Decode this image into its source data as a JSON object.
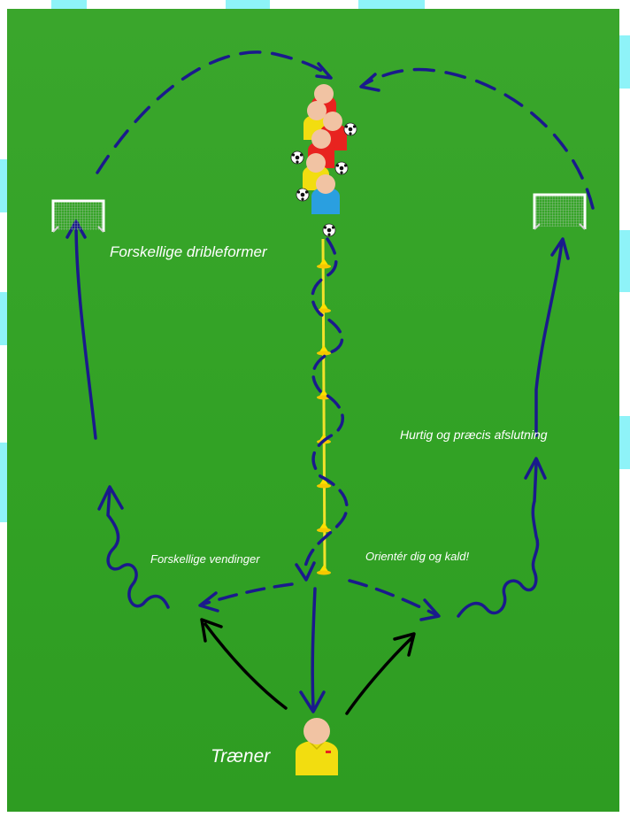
{
  "labels": {
    "dribble": "Forskellige dribleformer",
    "turns": "Forskellige vendinger",
    "orient": "Orientér dig og kald!",
    "finish": "Hurtig og præcis afslutning",
    "coach": "Træner"
  },
  "colors": {
    "field": "#32a225",
    "arrow_players": "#1a1a8c",
    "arrow_coach": "#000000",
    "cones": "#ffe000",
    "bib_red": "#e8231f",
    "bib_yellow": "#f2dd10",
    "bib_blue": "#2a9fe0",
    "skin": "#f1c3a3"
  },
  "icons": [
    "goal-icon",
    "player-icon",
    "ball-icon",
    "cone-icon",
    "arrow-icon"
  ]
}
